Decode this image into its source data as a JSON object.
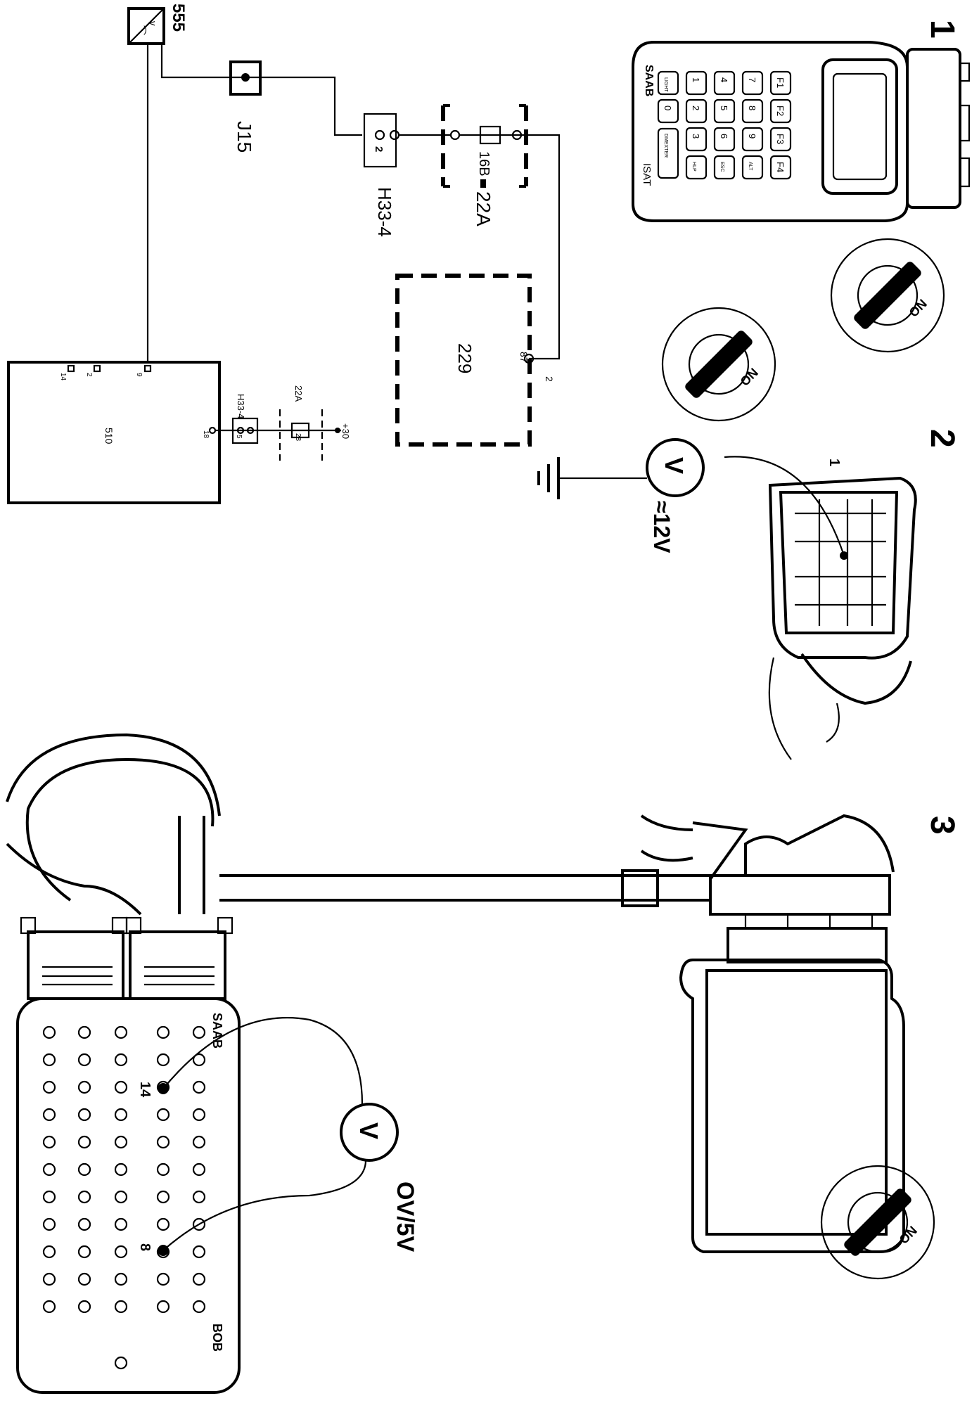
{
  "steps": [
    "1",
    "2",
    "3"
  ],
  "isat": {
    "brand": "SAAB",
    "name": "ISAT",
    "keys": [
      [
        "F1",
        "F2",
        "F3",
        "F4"
      ],
      [
        "7",
        "8",
        "9",
        "ALT"
      ],
      [
        "4",
        "5",
        "6",
        "ESC"
      ],
      [
        "1",
        "2",
        "3",
        "HLP"
      ],
      [
        "LIGHT",
        "0",
        "DMEXTER"
      ]
    ]
  },
  "ignition": {
    "label": "ON"
  },
  "schematic": {
    "components": {
      "sensor": "555",
      "ground_point": "J15",
      "connector": "H33-4",
      "connector_pin": "2",
      "fuse_box": "22A",
      "fuse": "16B",
      "relay": "229",
      "relay_pin_87": "87",
      "relay_pin_2": "2",
      "ecu": "510",
      "ecu_pins": [
        "9",
        "2",
        "14",
        "18"
      ],
      "ecu_connector": "H33-4",
      "ecu_connector_pin": "5",
      "ecu_fuse_box": "22A",
      "ecu_fuse": "28",
      "supply": "+30",
      "sensor_symbol_top": "v",
      "sensor_symbol_bottom": "⌒"
    }
  },
  "measurement_2": {
    "meter": "V",
    "reading": "≈12V",
    "terminal": "1"
  },
  "measurement_3": {
    "meter": "V",
    "reading": "OV/5V",
    "box_brand": "SAAB",
    "box_name": "BOB",
    "probe_pins": [
      "14",
      "8"
    ]
  }
}
